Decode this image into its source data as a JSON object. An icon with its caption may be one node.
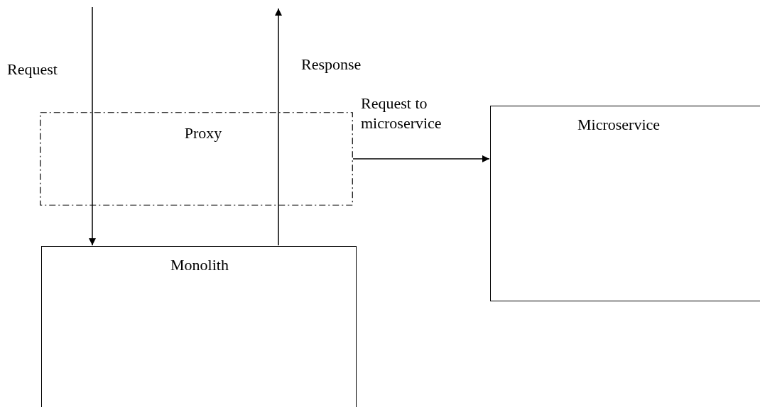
{
  "diagram": {
    "nodes": [
      {
        "text": [
          "Proxy"
        ]
      },
      {
        "text": [
          "Monolith"
        ]
      },
      {
        "text": [
          "Microservice"
        ]
      }
    ],
    "edges": [
      {
        "from": null,
        "to": 1,
        "arrow": "to",
        "label": "Request"
      },
      {
        "from": 1,
        "to": null,
        "arrow": "to",
        "label": "Response"
      },
      {
        "from": 0,
        "to": 2,
        "arrow": "to",
        "label": "Request to microservice"
      }
    ]
  }
}
